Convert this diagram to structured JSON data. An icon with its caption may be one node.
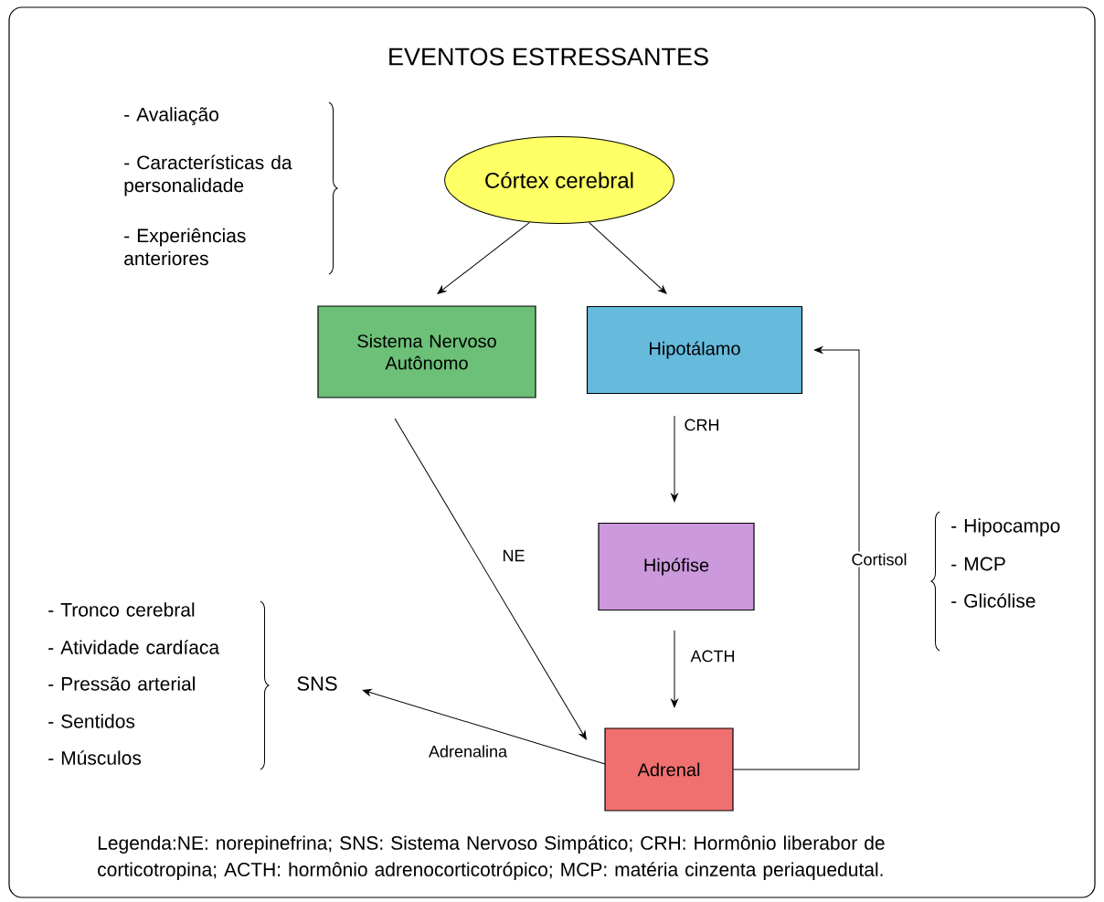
{
  "diagram": {
    "title": "EVENTOS ESTRESSANTES",
    "caption": "Legenda:NE: norepinefrina; SNS: Sistema Nervoso Simpático; CRH: Hormônio liberabor de corticotropina; ACTH: hormônio adrenocorticotrópico; MCP: matéria cinzenta periaquedutal.",
    "nodes": [
      {
        "text": [
          "Córtex cerebral"
        ]
      },
      {
        "text": [
          "Sistema Nervoso Autônomo"
        ]
      },
      {
        "text": [
          "Hipotálamo"
        ]
      },
      {
        "text": [
          "Hipófise"
        ]
      },
      {
        "text": [
          "Adrenal"
        ]
      },
      {
        "text": [
          "SNS"
        ]
      }
    ],
    "edges": [
      {
        "from": 0,
        "to": 1,
        "arrow": "to"
      },
      {
        "from": 0,
        "to": 2,
        "arrow": "to"
      },
      {
        "from": 1,
        "to": 4,
        "arrow": "to",
        "label": "NE"
      },
      {
        "from": 2,
        "to": 3,
        "arrow": "to",
        "label": "CRH"
      },
      {
        "from": 3,
        "to": 4,
        "arrow": "to",
        "label": "ACTH"
      },
      {
        "from": 4,
        "to": 5,
        "arrow": "to",
        "label": "Adrenalina"
      },
      {
        "from": 4,
        "to": 2,
        "arrow": "to",
        "label": "Cortisol"
      }
    ],
    "labels": [
      "- Avaliação",
      "- Características da personalidade",
      "- Experiências anteriores",
      "- Hipocampo",
      "- MCP",
      "- Glicólise",
      "- Tronco cerebral",
      "- Atividade cardíaca",
      "- Pressão arterial",
      "- Sentidos",
      "- Músculos"
    ]
  }
}
